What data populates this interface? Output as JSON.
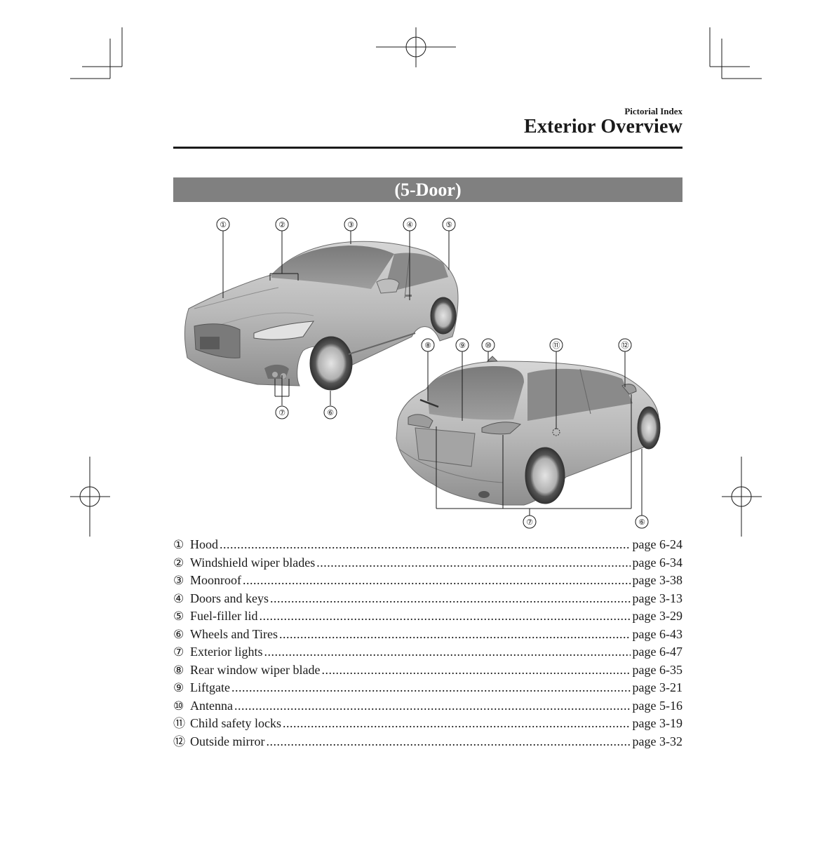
{
  "header": {
    "section_label": "Pictorial Index",
    "title": "Exterior Overview"
  },
  "banner": {
    "label": "(5-Door)"
  },
  "callouts": {
    "front": [
      "①",
      "②",
      "③",
      "④",
      "⑤",
      "⑦",
      "⑥"
    ],
    "rear": [
      "⑧",
      "⑨",
      "⑩",
      "⑪",
      "⑫",
      "⑦",
      "⑥"
    ]
  },
  "items": [
    {
      "num": "①",
      "name": "Hood",
      "page": "page 6-24"
    },
    {
      "num": "②",
      "name": "Windshield wiper blades",
      "page": "page 6-34"
    },
    {
      "num": "③",
      "name": "Moonroof",
      "page": "page 3-38"
    },
    {
      "num": "④",
      "name": "Doors and keys",
      "page": "page 3-13"
    },
    {
      "num": "⑤",
      "name": "Fuel-filler lid",
      "page": "page 3-29"
    },
    {
      "num": "⑥",
      "name": "Wheels and Tires",
      "page": "page 6-43"
    },
    {
      "num": "⑦",
      "name": "Exterior lights",
      "page": "page 6-47"
    },
    {
      "num": "⑧",
      "name": "Rear window wiper blade",
      "page": "page 6-35"
    },
    {
      "num": "⑨",
      "name": "Liftgate",
      "page": "page 3-21"
    },
    {
      "num": "⑩",
      "name": "Antenna",
      "page": "page 5-16"
    },
    {
      "num": "⑪",
      "name": "Child safety locks",
      "page": "page 3-19"
    },
    {
      "num": "⑫",
      "name": "Outside mirror",
      "page": "page 3-32"
    }
  ]
}
